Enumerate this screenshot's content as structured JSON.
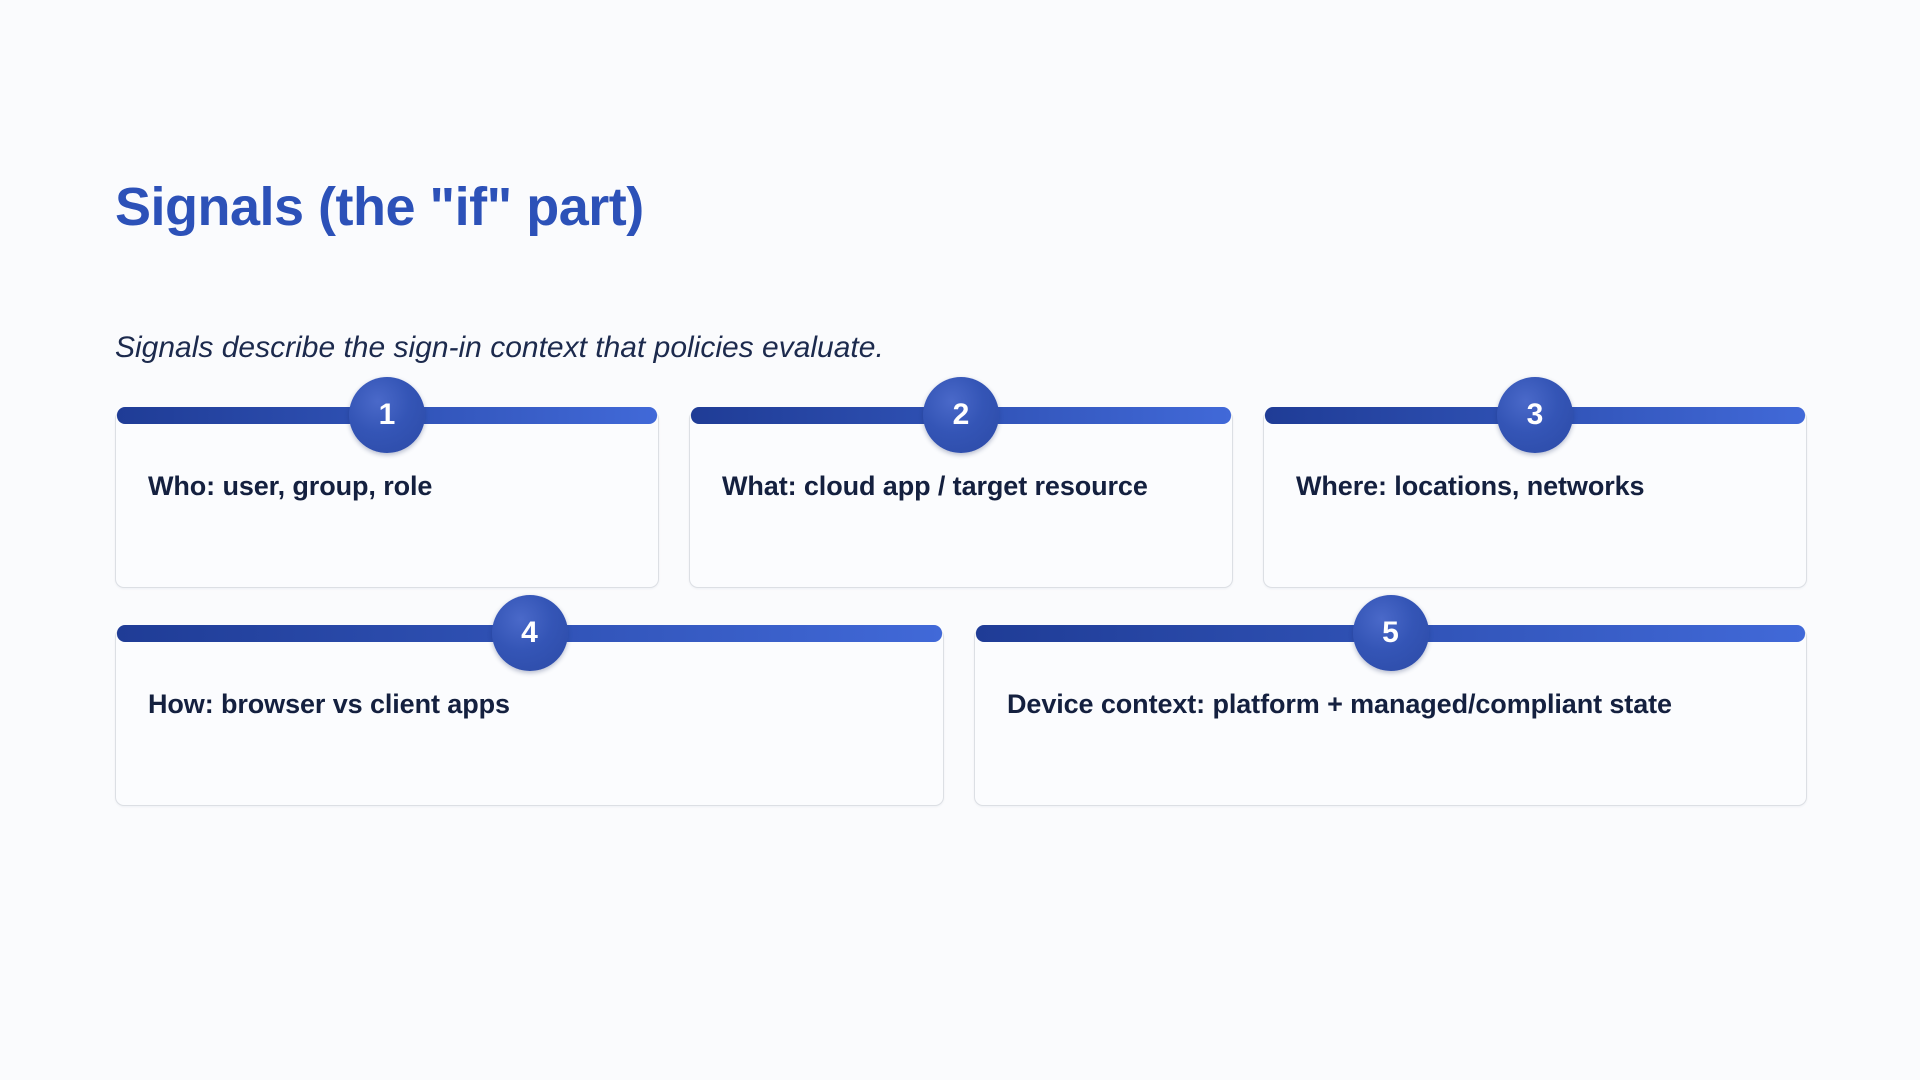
{
  "slide": {
    "title": "Signals (the \"if\" part)",
    "subtitle": "Signals describe the sign-in context that policies evaluate.",
    "colors": {
      "background": "#fafbfd",
      "title": "#2c51b8",
      "body_text": "#14203f",
      "bar_gradient_start": "#1f3c96",
      "bar_gradient_end": "#4169d8",
      "badge": "#3455b6",
      "card_border": "#dcdfe4",
      "card_background": "#fbfcfe"
    },
    "rows": [
      {
        "cards": [
          {
            "number": "1",
            "text": "Who: user, group, role"
          },
          {
            "number": "2",
            "text": "What: cloud app / target resource"
          },
          {
            "number": "3",
            "text": "Where: locations, networks"
          }
        ]
      },
      {
        "cards": [
          {
            "number": "4",
            "text": "How: browser vs client apps"
          },
          {
            "number": "5",
            "text": "Device context: platform + managed/compliant state"
          }
        ]
      }
    ]
  }
}
